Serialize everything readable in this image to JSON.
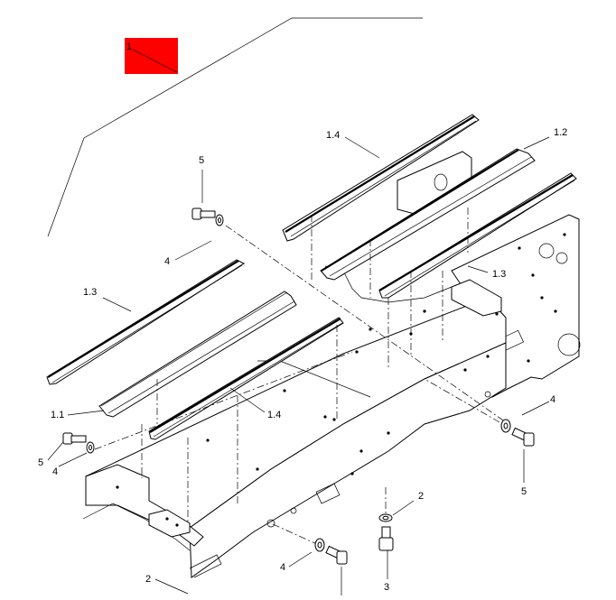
{
  "highlight": {
    "label": "1",
    "color": "#ff0000"
  },
  "callouts": {
    "c_1_4_top": "1.4",
    "c_1_2": "1.2",
    "c_5_top": "5",
    "c_4_top": "4",
    "c_1_3_right": "1.3",
    "c_1_3_left": "1.3",
    "c_1_1": "1.1",
    "c_1_4_mid": "1.4",
    "c_4_right": "4",
    "c_5_left": "5",
    "c_4_left": "4",
    "c_5_right": "5",
    "c_2_right": "2",
    "c_2_bottom": "2",
    "c_4_bottom": "4",
    "c_3": "3"
  }
}
